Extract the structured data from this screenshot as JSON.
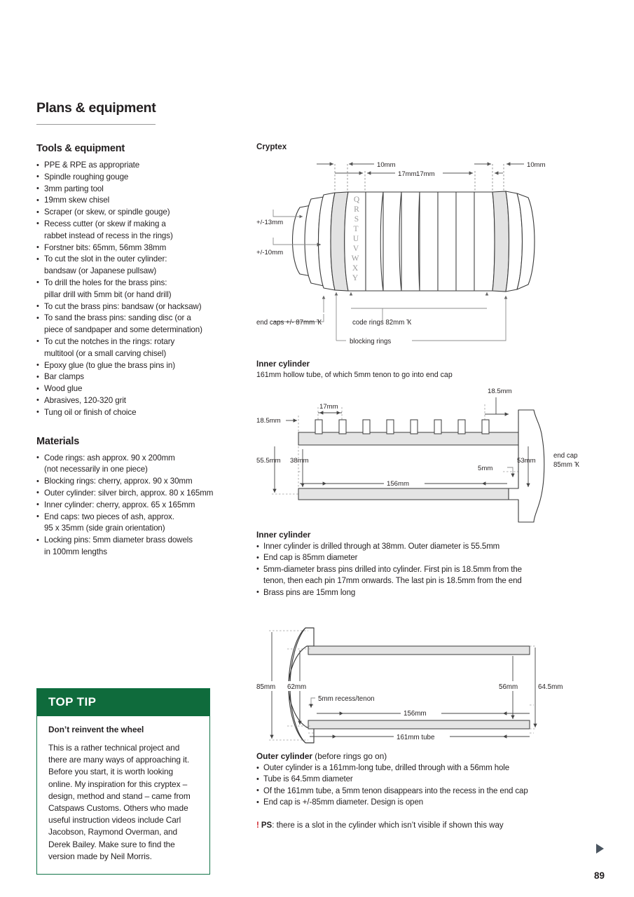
{
  "page": {
    "title": "Plans & equipment",
    "number": "89",
    "next_arrow_icon": "play-triangle-icon"
  },
  "tools": {
    "heading": "Tools & equipment",
    "items": [
      [
        "PPE & RPE as appropriate"
      ],
      [
        "Spindle roughing gouge"
      ],
      [
        "3mm parting tool"
      ],
      [
        "19mm skew chisel"
      ],
      [
        "Scraper (or skew, or spindle gouge)"
      ],
      [
        "Recess cutter (or skew if making a",
        "rabbet instead of recess in the rings)"
      ],
      [
        "Forstner bits: 65mm, 56mm 38mm"
      ],
      [
        "To cut the slot in the outer cylinder:",
        "bandsaw (or Japanese pullsaw)"
      ],
      [
        "To drill the holes for the brass pins:",
        "pillar drill with 5mm bit (or hand drill)"
      ],
      [
        "To cut the brass pins: bandsaw (or hacksaw)"
      ],
      [
        "To sand the brass pins: sanding disc (or a",
        "piece of sandpaper and some determination)"
      ],
      [
        "To cut the notches in the rings: rotary",
        "multitool (or a small carving chisel)"
      ],
      [
        "Epoxy glue (to glue the brass pins in)"
      ],
      [
        "Bar clamps"
      ],
      [
        "Wood glue"
      ],
      [
        "Abrasives, 120-320 grit"
      ],
      [
        "Tung oil or finish of choice"
      ]
    ]
  },
  "materials": {
    "heading": "Materials",
    "items": [
      [
        "Code rings: ash approx. 90 x 200mm",
        "(not necessarily in one piece)"
      ],
      [
        "Blocking rings: cherry, approx. 90 x 30mm"
      ],
      [
        "Outer cylinder: silver birch, approx. 80 x 165mm"
      ],
      [
        "Inner cylinder: cherry, approx. 65 x 165mm"
      ],
      [
        "End caps: two pieces of ash, approx.",
        "95 x 35mm (side grain orientation)"
      ],
      [
        "Locking pins: 5mm diameter brass dowels",
        "in 100mm lengths"
      ]
    ]
  },
  "top_tip": {
    "header": "TOP TIP",
    "subtitle": "Don’t reinvent the wheel",
    "text": "This is a rather technical project and there are many ways of approaching it. Before you start, it is worth looking online. My inspiration for this cryptex – design, method and stand – came from Catspaws Customs. Others who made useful instruction videos include Carl Jacobson, Raymond Overman, and Derek Bailey. Make sure to find the version made by Neil Morris.",
    "header_bg": "#0f6b3c",
    "border_color": "#127448"
  },
  "figures": {
    "cryptex": {
      "title": "Cryptex",
      "ring_letters": [
        "Q",
        "R",
        "S",
        "T",
        "U",
        "V",
        "W",
        "X",
        "Y"
      ],
      "dimensions": {
        "top_left_gap": "10mm",
        "top_left_ring": "17mm",
        "top_right_ring": "17mm",
        "top_right_gap": "10mm",
        "left_upper": "+/-13mm",
        "left_lower": "+/-10mm"
      },
      "callouts": {
        "end_caps": "end caps +/- 87mm Ҡ",
        "code_rings": "code rings 82mm   Ҡ",
        "blocking_rings": "blocking rings"
      }
    },
    "inner_cylinder_fig": {
      "title": "Inner cylinder",
      "subtitle": "161mm hollow tube, of which 5mm tenon to go into end cap",
      "dimensions": {
        "left_offset": "18.5mm",
        "pin_spacing": "17mm",
        "right_offset": "18.5mm",
        "outer_dia": "55.5mm",
        "bore": "38mm",
        "length": "156mm",
        "tenon": "5mm",
        "end_cap_bore": "53mm",
        "end_cap_label_1": "end cap",
        "end_cap_label_2": "85mm Ҡ"
      },
      "pin_count": 8
    },
    "outer_cylinder_fig": {
      "dimensions": {
        "end_cap_dia": "85mm",
        "recess_dia": "62mm",
        "tenon": "5mm recess/tenon",
        "length": "156mm",
        "tube_length": "161mm tube",
        "bore": "56mm",
        "tube_dia": "64.5mm"
      }
    }
  },
  "inner_cylinder_notes": {
    "heading": "Inner cylinder",
    "items": [
      [
        "Inner cylinder is drilled through at 38mm. Outer diameter is 55.5mm"
      ],
      [
        "End cap is 85mm diameter"
      ],
      [
        "5mm-diameter brass pins drilled into cylinder. First pin is 18.5mm from the",
        "tenon, then each pin 17mm onwards. The last pin is 18.5mm from the end"
      ],
      [
        "Brass pins are 15mm long"
      ]
    ]
  },
  "outer_cylinder_notes": {
    "heading": "Outer cylinder",
    "heading_light": " (before rings go on)",
    "items": [
      [
        "Outer cylinder is a 161mm-long tube, drilled through with a 56mm hole"
      ],
      [
        "Tube is 64.5mm diameter"
      ],
      [
        "Of the 161mm tube, a 5mm tenon disappears into the recess in the end cap"
      ],
      [
        "End cap is +/-85mm diameter. Design is open"
      ]
    ],
    "ps_bang": "!",
    "ps_label": "PS",
    "ps_text": ": there is a slot in the cylinder which isn’t visible if shown this way"
  }
}
